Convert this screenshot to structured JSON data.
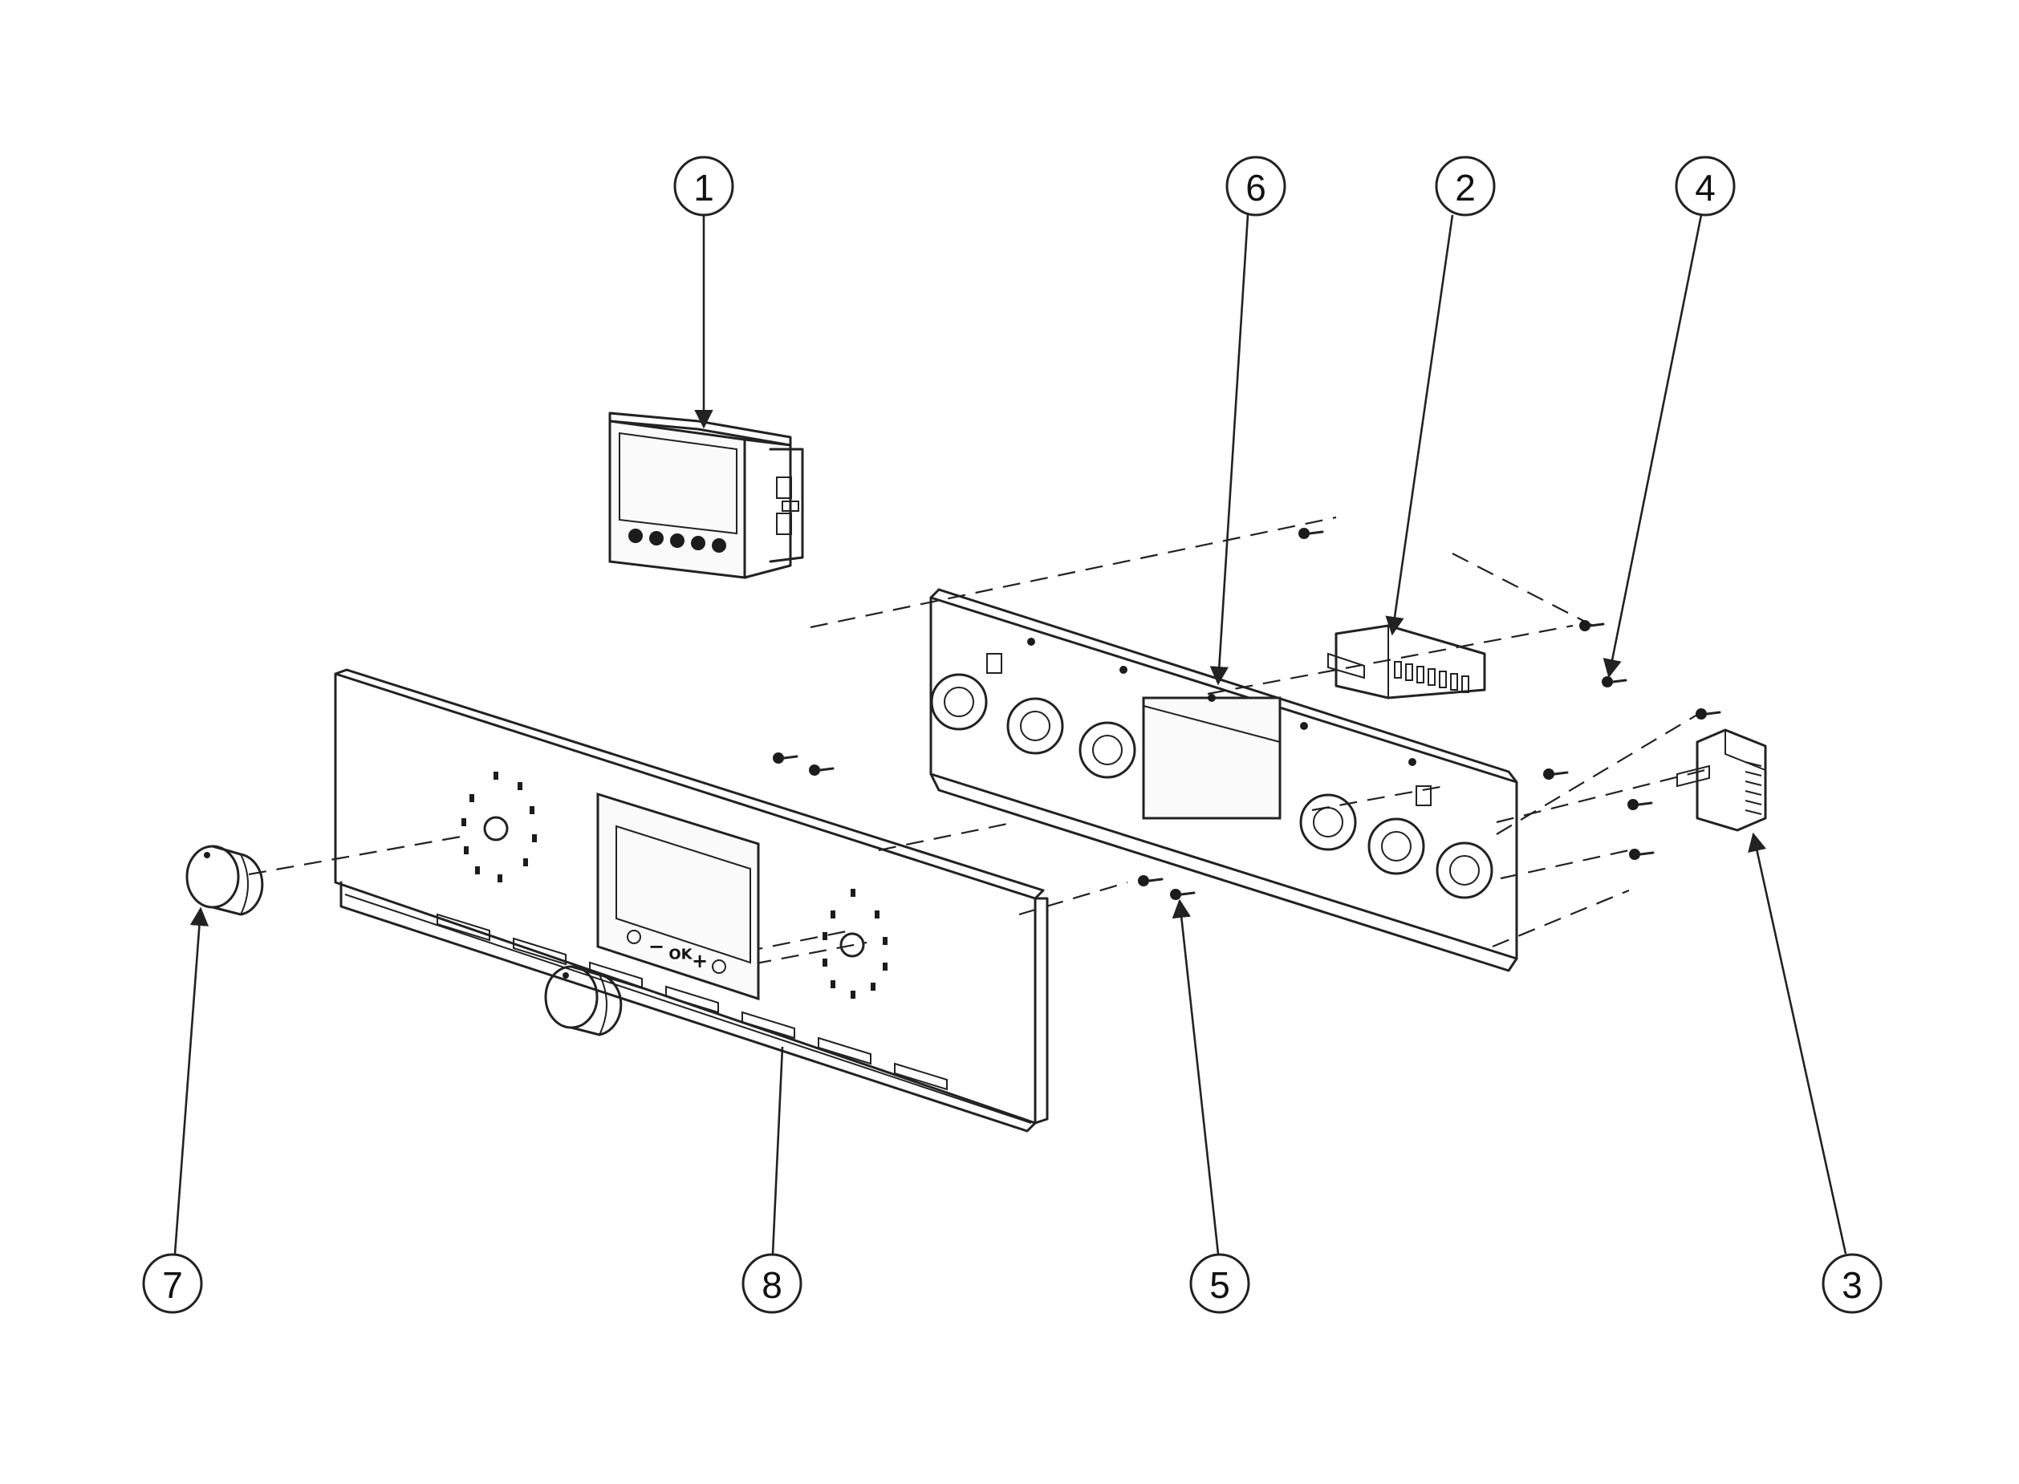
{
  "callouts": [
    {
      "id": "1",
      "label": "1"
    },
    {
      "id": "2",
      "label": "2"
    },
    {
      "id": "3",
      "label": "3"
    },
    {
      "id": "4",
      "label": "4"
    },
    {
      "id": "5",
      "label": "5"
    },
    {
      "id": "6",
      "label": "6"
    },
    {
      "id": "7",
      "label": "7"
    },
    {
      "id": "8",
      "label": "8"
    }
  ],
  "panel_buttons": {
    "minus": "−",
    "ok": "OK",
    "plus": "+"
  }
}
